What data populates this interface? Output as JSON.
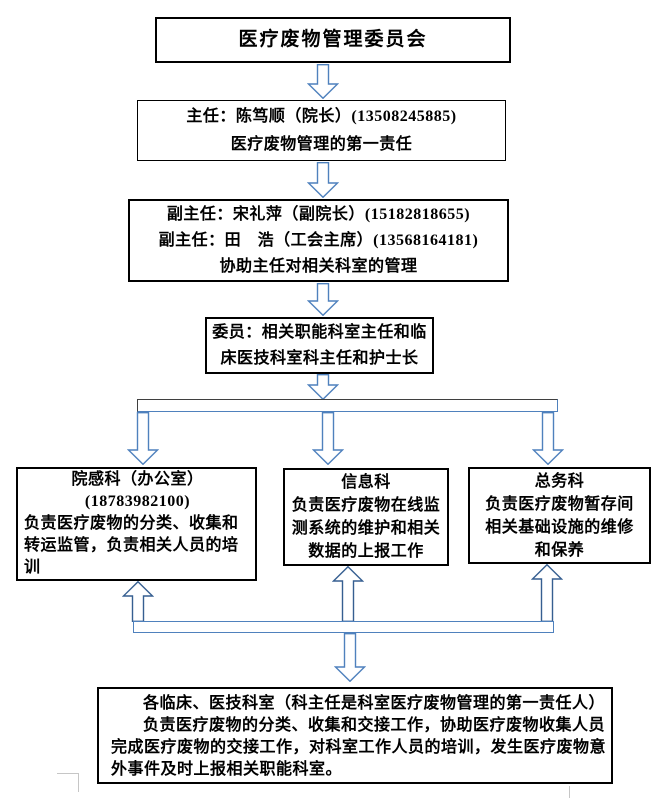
{
  "colors": {
    "box_border": "#000000",
    "arrow_down_outline": "#4f81bd",
    "arrow_up_outline": "#365f91",
    "arrow_fill": "#ffffff",
    "guide_mark": "#c6c6c6"
  },
  "diagram": {
    "committee": {
      "title": "医疗废物管理委员会"
    },
    "director": {
      "lines": [
        "主任：陈笃顺（院长）(13508245885)",
        "医疗废物管理的第一责任"
      ]
    },
    "deputy": {
      "lines": [
        "副主任：宋礼萍（副院长）(15182818655)",
        "副主任：田　浩（工会主席）(13568164181)",
        "协助主任对相关科室的管理"
      ]
    },
    "members": {
      "lines": [
        "委员：相关职能科室主任和临",
        "床医技科室科主任和护士长"
      ]
    },
    "dept_infection": {
      "lines": [
        "院感科（办公室）",
        "(18783982100)",
        "负责医疗废物的分类、收集和",
        "转运监管，负责相关人员的培",
        "训"
      ]
    },
    "dept_information": {
      "lines": [
        "信息科",
        "负责医疗废物在线监",
        "测系统的维护和相关",
        "数据的上报工作"
      ]
    },
    "dept_general": {
      "lines": [
        "总务科",
        "负责医疗废物暂存间",
        "相关基础设施的维修",
        "和保养"
      ]
    },
    "clinical_departments": {
      "lines": [
        "各临床、医技科室（科主任是科室医疗废物管理的第一责任人）",
        "负责医疗废物的分类、收集和交接工作，协助医疗废物收集人员",
        "完成医疗废物的交接工作，对科室工作人员的培训，发生医疗废物意",
        "外事件及时上报相关职能科室。"
      ]
    }
  }
}
